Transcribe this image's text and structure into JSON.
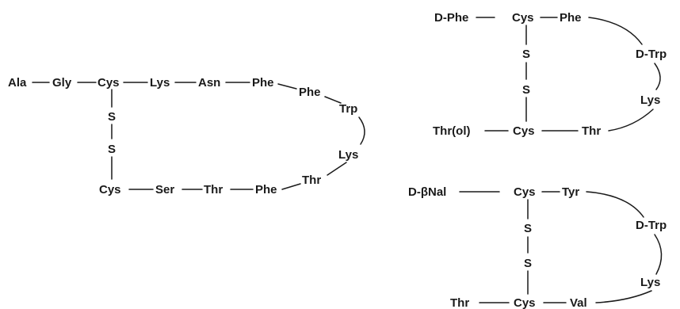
{
  "peptide_1": {
    "ala": "Ala",
    "gly": "Gly",
    "cys1": "Cys",
    "lys1": "Lys",
    "asn": "Asn",
    "phe1": "Phe",
    "phe2": "Phe",
    "trp": "Trp",
    "lys2": "Lys",
    "thr1": "Thr",
    "phe3": "Phe",
    "thr2": "Thr",
    "ser": "Ser",
    "cys2": "Cys",
    "s1": "S",
    "s2": "S"
  },
  "peptide_2": {
    "dphe": "D-Phe",
    "cys1": "Cys",
    "phe": "Phe",
    "dtrp": "D-Trp",
    "lys": "Lys",
    "thr": "Thr",
    "cys2": "Cys",
    "throl": "Thr(ol)",
    "s1": "S",
    "s2": "S"
  },
  "peptide_3": {
    "dbnal": "D-βNal",
    "cys1": "Cys",
    "tyr": "Tyr",
    "dtrp": "D-Trp",
    "lys": "Lys",
    "val": "Val",
    "cys2": "Cys",
    "thr": "Thr",
    "s1": "S",
    "s2": "S"
  }
}
